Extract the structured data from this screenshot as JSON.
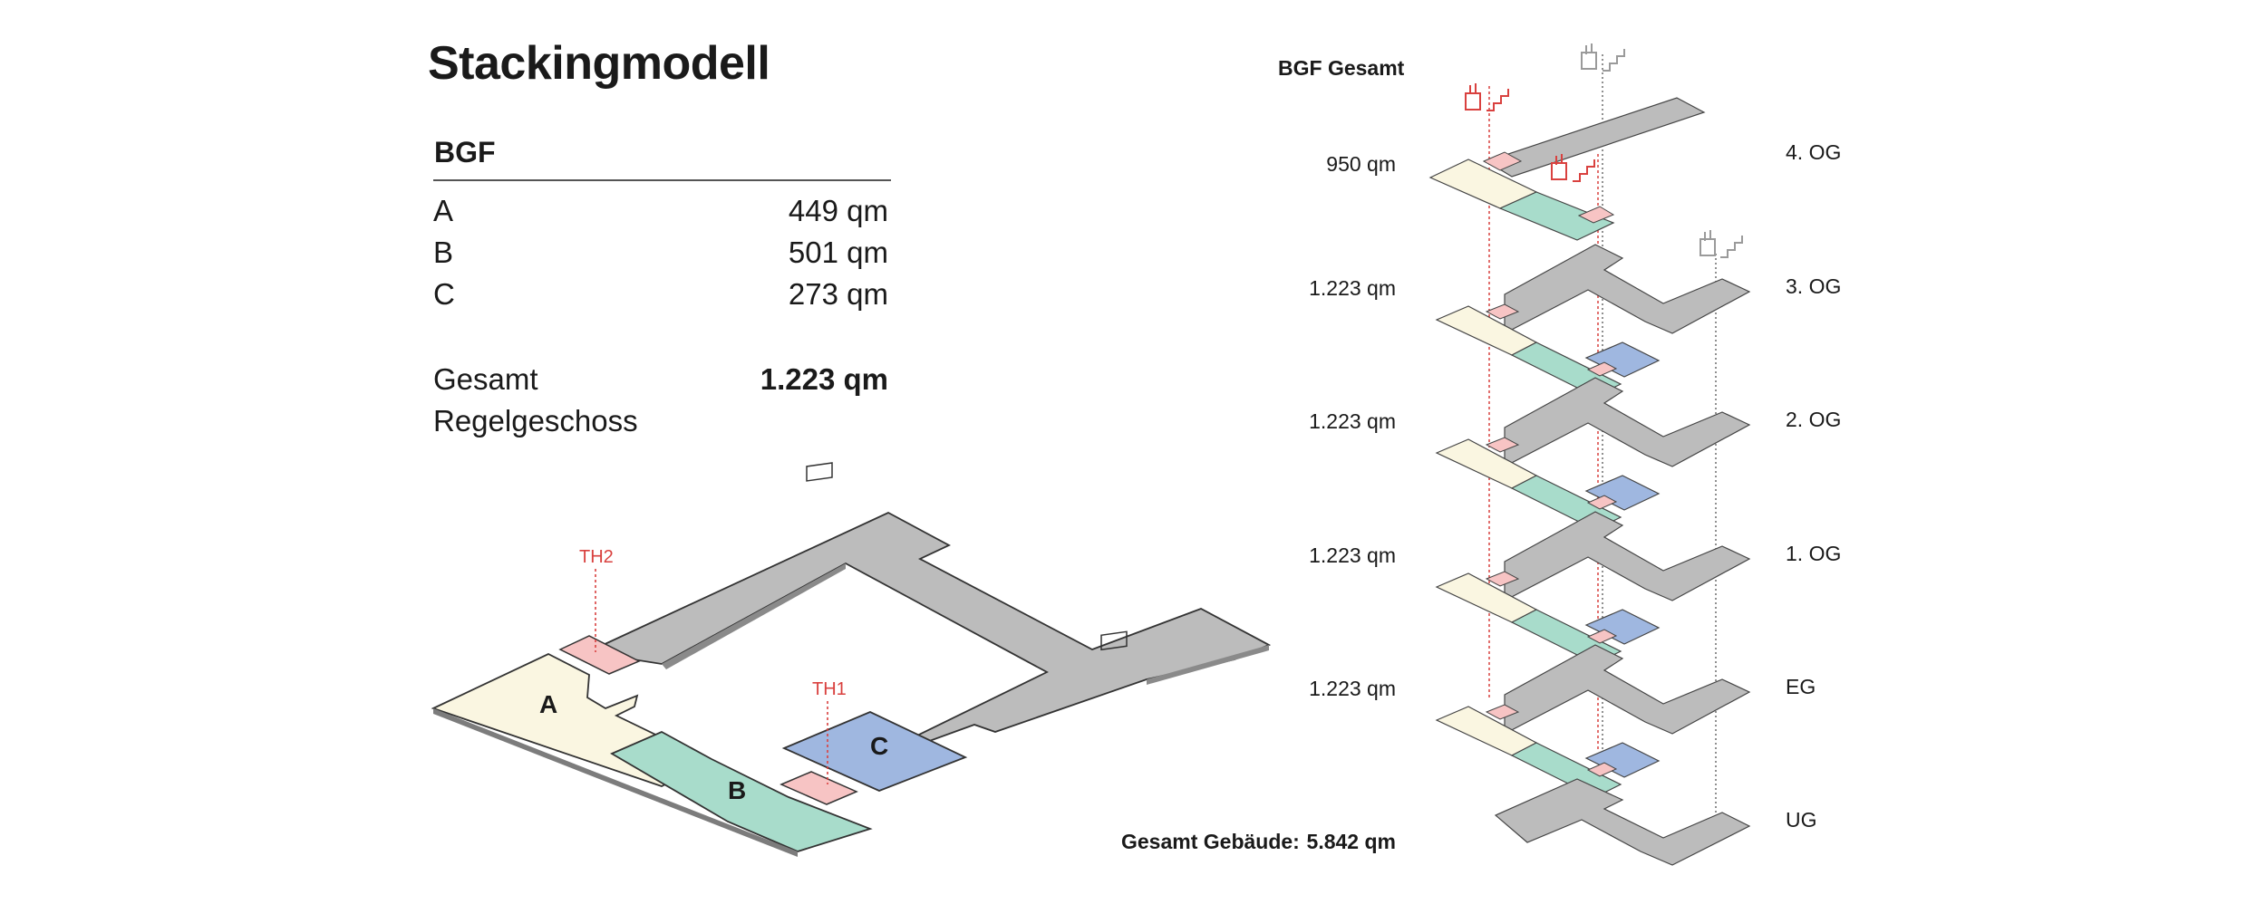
{
  "title": "Stackingmodell",
  "table": {
    "heading": "BGF",
    "rows": [
      {
        "label": "A",
        "value": "449 qm"
      },
      {
        "label": "B",
        "value": "501 qm"
      },
      {
        "label": "C",
        "value": "273 qm"
      }
    ],
    "total_label_1": "Gesamt",
    "total_label_2": "Regelgeschoss",
    "total_value": "1.223 qm"
  },
  "plan": {
    "zone_a": "A",
    "zone_b": "B",
    "zone_c": "C",
    "stair_1": "TH1",
    "stair_2": "TH2"
  },
  "stack": {
    "header": "BGF Gesamt",
    "floors": [
      {
        "label": "4. OG",
        "area": "950 qm"
      },
      {
        "label": "3. OG",
        "area": "1.223 qm"
      },
      {
        "label": "2. OG",
        "area": "1.223 qm"
      },
      {
        "label": "1. OG",
        "area": "1.223 qm"
      },
      {
        "label": "EG",
        "area": "1.223 qm"
      },
      {
        "label": "UG",
        "area": ""
      }
    ],
    "total_label": "Gesamt Gebäude:",
    "total_value": "5.842 qm"
  },
  "colors": {
    "zone_a": "#faf6e1",
    "zone_b": "#a8dccb",
    "zone_c": "#9fb7e0",
    "stair_core": "#f7c4c4",
    "building_grey": "#bcbcbc",
    "accent_red": "#d9413f",
    "stair_grey": "#9a9a9a"
  }
}
